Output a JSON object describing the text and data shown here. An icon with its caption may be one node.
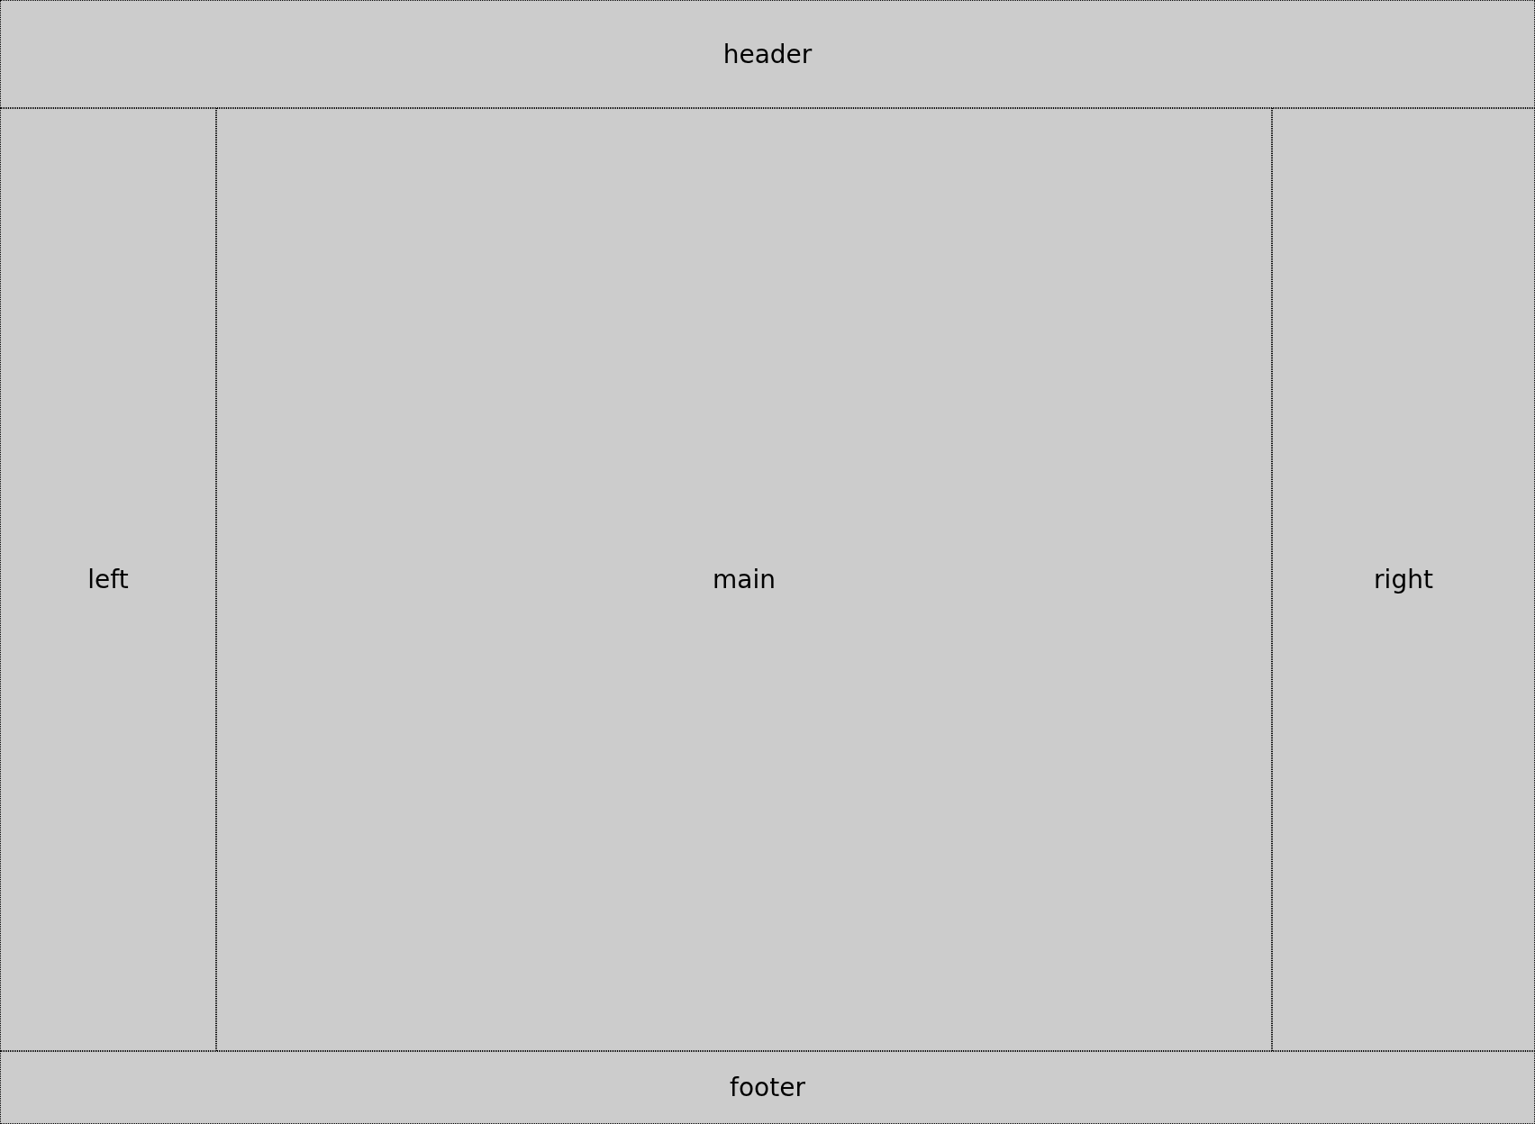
{
  "diagram": {
    "nodes": [
      {
        "text": [
          "header"
        ]
      },
      {
        "text": [
          "left"
        ]
      },
      {
        "text": [
          "main"
        ]
      },
      {
        "text": [
          "right"
        ]
      },
      {
        "text": [
          "footer"
        ]
      }
    ]
  }
}
